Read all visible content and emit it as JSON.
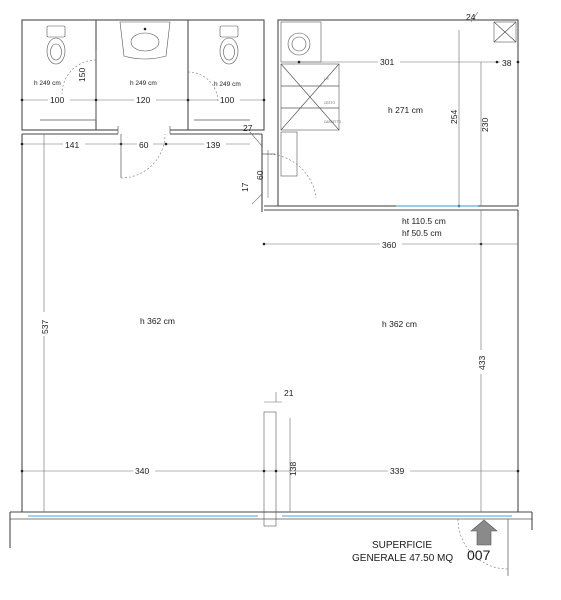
{
  "rooms": {
    "wc_left_height": "h 249 cm",
    "washroom_height": "h 249 cm",
    "wc_right_height": "h 249 cm",
    "kitchen_height": "h 271 cm",
    "main_left_height": "h 362 cm",
    "main_right_height": "h 362 cm"
  },
  "window": {
    "ht": "ht 110.5 cm",
    "hf": "hf 50.5 cm"
  },
  "dimensions": {
    "d150": "150",
    "d100a": "100",
    "d120": "120",
    "d100b": "100",
    "d301": "301",
    "d38": "38",
    "d24": "24",
    "d254": "254",
    "d230": "230",
    "d141": "141",
    "d60a": "60",
    "d139": "139",
    "d27": "27",
    "d60b": "60",
    "d17": "17",
    "d360": "360",
    "d537": "537",
    "d433": "433",
    "d21": "21",
    "d138": "138",
    "d340": "340",
    "d339": "339"
  },
  "kitchen_labels": {
    "lp": "L.P.",
    "cesto": "CESTO",
    "cassetto": "CASSETTO"
  },
  "surface": {
    "line1": "SUPERFICIE",
    "line2": "GENERALE 47.50 MQ"
  },
  "unit_number": "007"
}
